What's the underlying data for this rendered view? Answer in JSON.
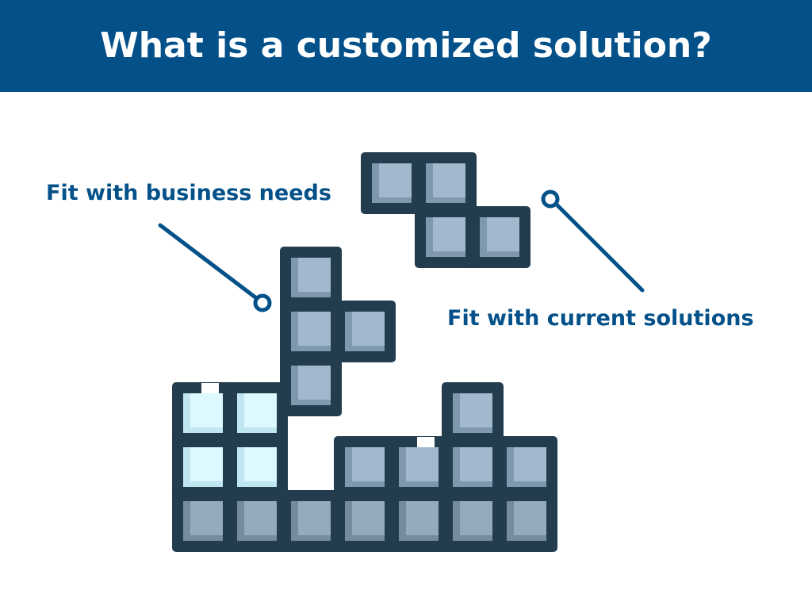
{
  "header": {
    "title": "What is a customized solution?"
  },
  "callouts": {
    "business_needs": "Fit with business needs",
    "current_solutions": "Fit with current solutions"
  },
  "icon": "tetris-blocks-icon",
  "colors": {
    "header_bg": "#04518a",
    "header_text": "#ffffff",
    "callout_text": "#04518a",
    "outline": "#233d4f",
    "block_gray": "#a2b9cd",
    "block_gray_shade": "#7f98ad",
    "block_light": "#ddf8fe",
    "block_light_shade": "#bfe6f1",
    "block_bottom": "#95aabd",
    "block_bottom_shade": "#758c9f"
  }
}
